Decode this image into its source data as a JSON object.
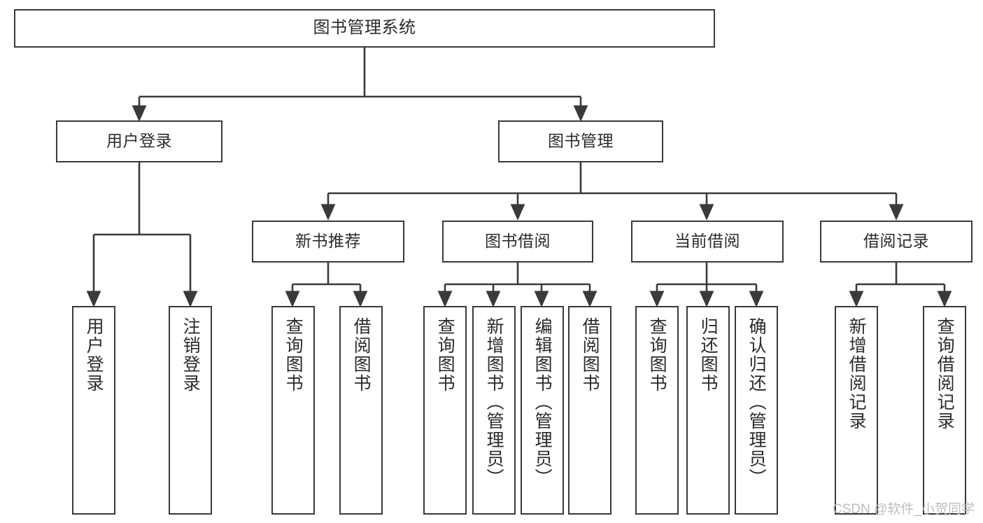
{
  "diagram": {
    "title": "图书管理系统",
    "type": "tree-hierarchy-diagram",
    "theme": {
      "background": "#ffffff",
      "box_border": "#3a3a3a",
      "box_fill": "#ffffff",
      "text": "#2b2b2b",
      "edge": "#3a3a3a",
      "watermark": "#bdbdbd"
    },
    "watermark": "CSDN @软件_小贺同学",
    "nodes": {
      "root": {
        "label": "图书管理系统"
      },
      "level2": [
        {
          "id": "user-login",
          "label": "用户登录"
        },
        {
          "id": "book-manage",
          "label": "图书管理"
        }
      ],
      "level3": [
        {
          "id": "new-book-recommend",
          "label": "新书推荐"
        },
        {
          "id": "book-borrow",
          "label": "图书借阅"
        },
        {
          "id": "current-borrow",
          "label": "当前借阅"
        },
        {
          "id": "borrow-record",
          "label": "借阅记录"
        }
      ],
      "leaves": {
        "user-login": [
          {
            "id": "leaf-user-login",
            "label": "用户登录"
          },
          {
            "id": "leaf-user-logout",
            "label": "注销登录"
          }
        ],
        "new-book-recommend": [
          {
            "id": "leaf-query-book-1",
            "label": "查询图书"
          },
          {
            "id": "leaf-borrow-book-1",
            "label": "借阅图书"
          }
        ],
        "book-borrow": [
          {
            "id": "leaf-query-book-2",
            "label": "查询图书"
          },
          {
            "id": "leaf-add-book",
            "label": "新增图书（管理员）"
          },
          {
            "id": "leaf-edit-book",
            "label": "编辑图书（管理员）"
          },
          {
            "id": "leaf-borrow-book-2",
            "label": "借阅图书"
          }
        ],
        "current-borrow": [
          {
            "id": "leaf-query-book-3",
            "label": "查询图书"
          },
          {
            "id": "leaf-return-book",
            "label": "归还图书"
          },
          {
            "id": "leaf-confirm-return",
            "label": "确认归还（管理员）"
          }
        ],
        "borrow-record": [
          {
            "id": "leaf-add-record",
            "label": "新增借阅记录"
          },
          {
            "id": "leaf-query-record",
            "label": "查询借阅记录"
          }
        ]
      }
    }
  }
}
